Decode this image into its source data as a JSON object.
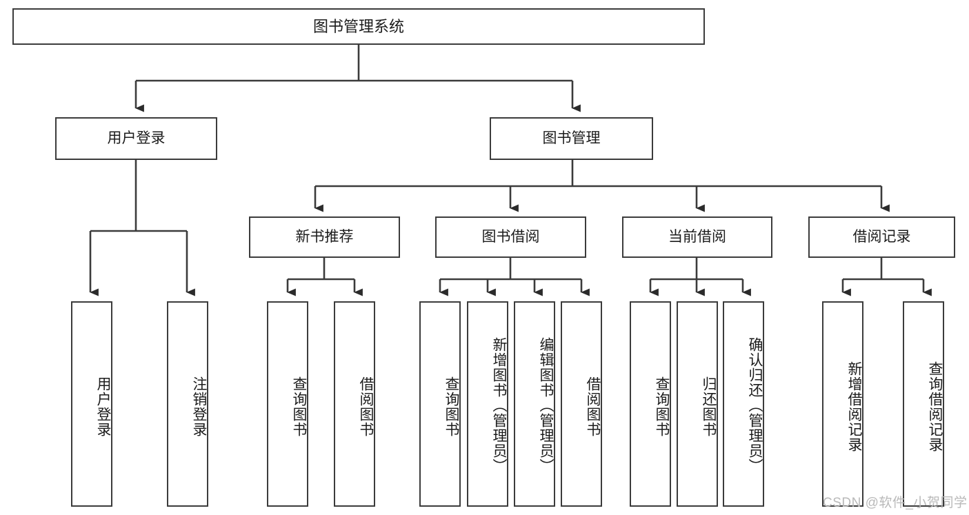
{
  "diagram": {
    "title": "图书管理系统",
    "type": "hierarchy-tree",
    "watermark": "CSDN @软件_小贺同学",
    "colors": {
      "stroke": "#3b3b3b",
      "fill": "#ffffff",
      "text": "#1b1b1b",
      "watermark": "#b9b9b9"
    },
    "nodes": {
      "root": {
        "label": "图书管理系统"
      },
      "level2": [
        {
          "id": "user-login",
          "label": "用户登录"
        },
        {
          "id": "book-manage",
          "label": "图书管理"
        }
      ],
      "level3": [
        {
          "id": "new-book-recommend",
          "label": "新书推荐"
        },
        {
          "id": "book-borrow",
          "label": "图书借阅"
        },
        {
          "id": "current-borrow",
          "label": "当前借阅"
        },
        {
          "id": "borrow-record",
          "label": "借阅记录"
        }
      ],
      "leaves": {
        "user-login": [
          {
            "id": "leaf-user-login",
            "label": "用户登录"
          },
          {
            "id": "leaf-logout-login",
            "label": "注销登录"
          }
        ],
        "new-book-recommend": [
          {
            "id": "leaf-query-book-1",
            "label": "查询图书"
          },
          {
            "id": "leaf-borrow-book-1",
            "label": "借阅图书"
          }
        ],
        "book-borrow": [
          {
            "id": "leaf-query-book-2",
            "label": "查询图书"
          },
          {
            "id": "leaf-add-book",
            "label": "新增图书（管理员）"
          },
          {
            "id": "leaf-edit-book",
            "label": "编辑图书（管理员）"
          },
          {
            "id": "leaf-borrow-book-2",
            "label": "借阅图书"
          }
        ],
        "current-borrow": [
          {
            "id": "leaf-query-book-3",
            "label": "查询图书"
          },
          {
            "id": "leaf-return-book",
            "label": "归还图书"
          },
          {
            "id": "leaf-confirm-return",
            "label": "确认归还（管理员）"
          }
        ],
        "borrow-record": [
          {
            "id": "leaf-add-record",
            "label": "新增借阅记录"
          },
          {
            "id": "leaf-query-record",
            "label": "查询借阅记录"
          }
        ]
      }
    }
  }
}
